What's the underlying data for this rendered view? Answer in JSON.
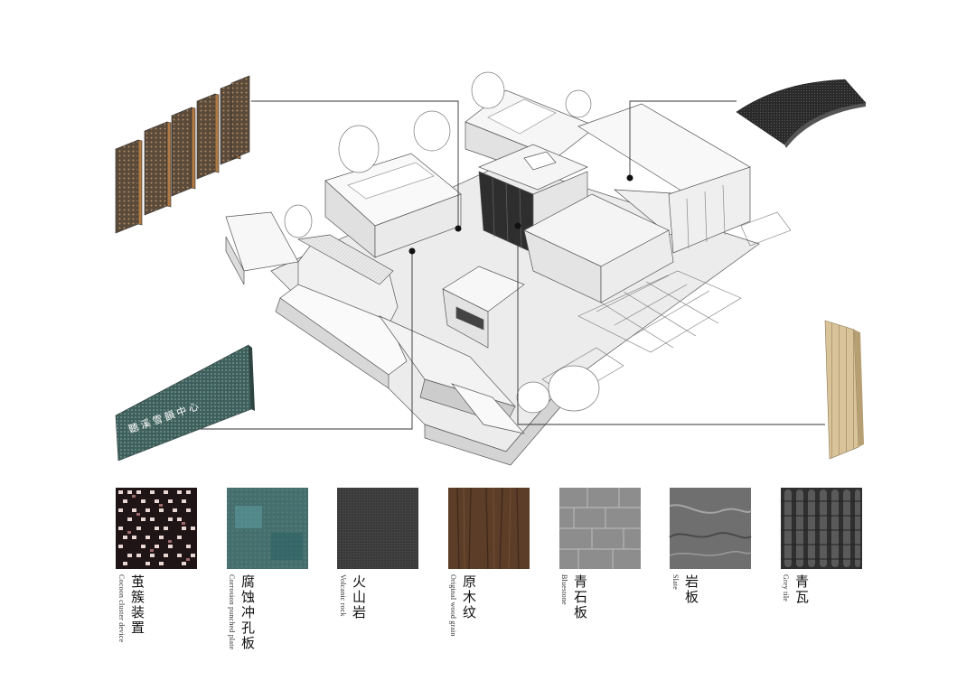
{
  "sign_text": "聽溪雪韻中心",
  "materials": [
    {
      "id": "cocoon",
      "zh": "茧簇装置",
      "en": "Cocoon cluster device",
      "icon": "cocoon-grid-swatch",
      "color": "#2a1a1a"
    },
    {
      "id": "corrosion",
      "zh": "腐蚀冲孔板",
      "en": "Corrosion punched plate",
      "icon": "perforated-plate-swatch",
      "color": "#3d7d80"
    },
    {
      "id": "volcanic",
      "zh": "火山岩",
      "en": "Volcanic rock",
      "icon": "volcanic-rock-swatch",
      "color": "#4a4a4a"
    },
    {
      "id": "wood",
      "zh": "原木纹",
      "en": "Original wood grain",
      "icon": "wood-grain-swatch",
      "color": "#5a3a26"
    },
    {
      "id": "bluestone",
      "zh": "青石板",
      "en": "Bluestone",
      "icon": "bluestone-swatch",
      "color": "#8a8a8a"
    },
    {
      "id": "slate",
      "zh": "岩板",
      "en": "Slate",
      "icon": "slate-swatch",
      "color": "#6f6f6f"
    },
    {
      "id": "tile",
      "zh": "青瓦",
      "en": "Grey tile",
      "icon": "grey-tile-swatch",
      "color": "#2f2f2f"
    }
  ]
}
